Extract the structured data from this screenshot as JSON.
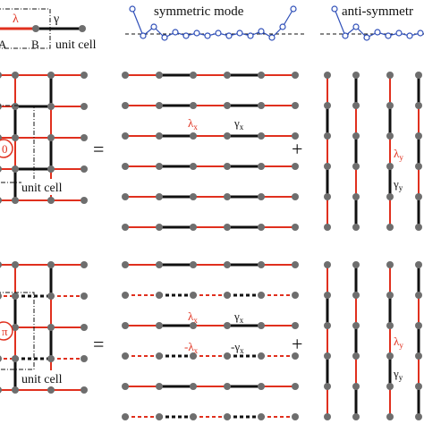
{
  "top": {
    "lambda": "λ",
    "gamma": "γ",
    "site_a": "A",
    "site_b": "B",
    "unit_cell": "unit cell",
    "symmetric_mode": "symmetric mode",
    "antisymmetric_mode": "anti-symmetr"
  },
  "panel_0": {
    "circle_label": "0",
    "unit_cell": "unit cell",
    "equals": "=",
    "plus": "+",
    "lambda_x": "λx",
    "gamma_x": "γx",
    "lambda_y": "λy",
    "gamma_y": "γy"
  },
  "panel_pi": {
    "circle_label": "π",
    "unit_cell": "unit cell",
    "equals": "=",
    "plus": "+",
    "lambda_x": "λx",
    "gamma_x": "γx",
    "neg_lambda_x": "-λx",
    "neg_gamma_x": "-γx",
    "lambda_y": "λy",
    "gamma_y": "γy"
  },
  "colors": {
    "intracell": "#e0301e",
    "intercell": "#111111",
    "site": "#6e6e6e",
    "mode_marker": "#2f4fb8"
  }
}
